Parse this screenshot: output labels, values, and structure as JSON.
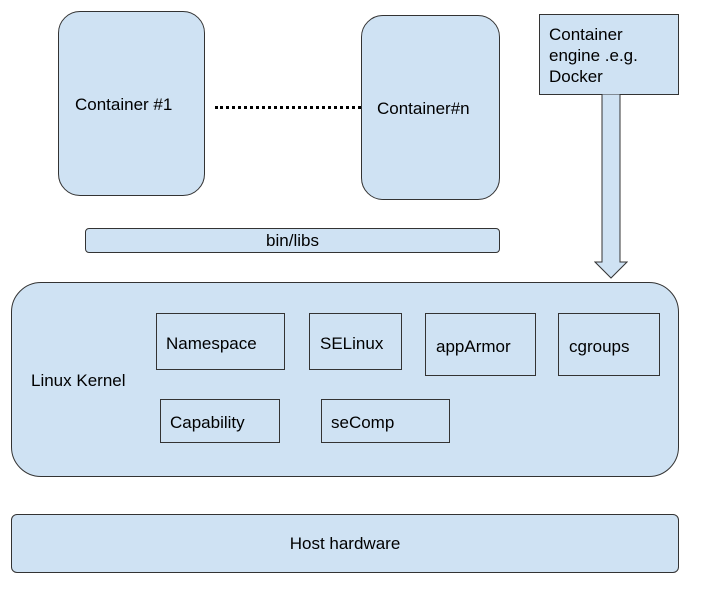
{
  "containers": {
    "first": "Container #1",
    "last": "Container#n"
  },
  "engine": {
    "label": "Container engine .e.g. Docker"
  },
  "binlibs": {
    "label": "bin/libs"
  },
  "kernel": {
    "label": "Linux Kernel",
    "features": {
      "namespace": "Namespace",
      "selinux": "SELinux",
      "apparmor": "appArmor",
      "cgroups": "cgroups",
      "capability": "Capability",
      "seccomp": "seComp"
    }
  },
  "host": {
    "label": "Host hardware"
  },
  "colors": {
    "box_fill": "#cfe2f3",
    "box_border": "#333333",
    "text": "#000000"
  }
}
